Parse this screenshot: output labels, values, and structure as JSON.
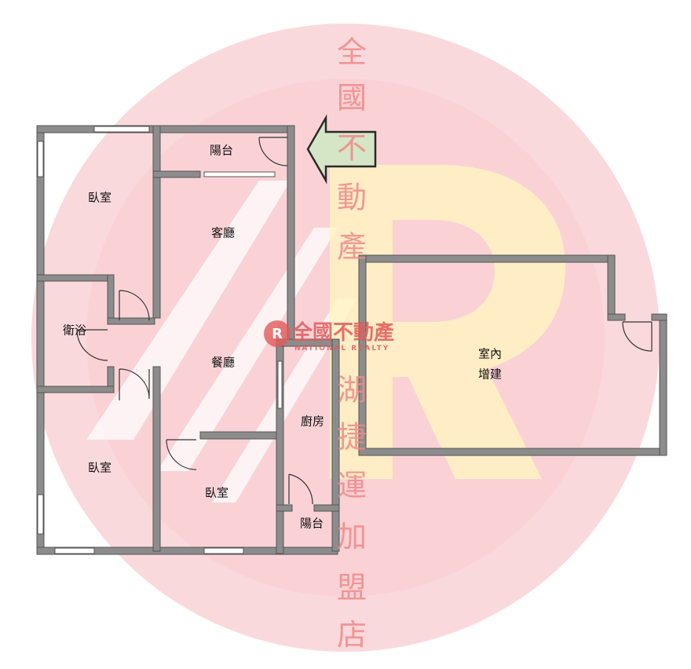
{
  "rooms": {
    "bedroom_top": "臥室",
    "balcony_top": "陽台",
    "living_room": "客廳",
    "bathroom": "衛浴",
    "dining_room": "餐廳",
    "kitchen": "廚房",
    "bedroom_bottom_left": "臥室",
    "bedroom_bottom_mid": "臥室",
    "balcony_bottom": "陽台",
    "extension_line1": "室內",
    "extension_line2": "增建"
  },
  "watermark": {
    "vertical_chars": [
      "全",
      "國",
      "不",
      "動",
      "產",
      "湖",
      "捷",
      "運",
      "加",
      "盟",
      "店"
    ],
    "logo_text": "全國不動產",
    "logo_subtext": "NATIONAL REALTY",
    "big_letter": "R"
  },
  "colors": {
    "wall": "#8c8c8c",
    "wall_edge": "#555555",
    "circle": "#f6b9c0",
    "beam": "#ffffff",
    "r_letter": "#fff3c2",
    "arrow_fill": "#d5e6c6",
    "arrow_stroke": "#2a2a2a",
    "watermark_text": "#f08a8a"
  }
}
